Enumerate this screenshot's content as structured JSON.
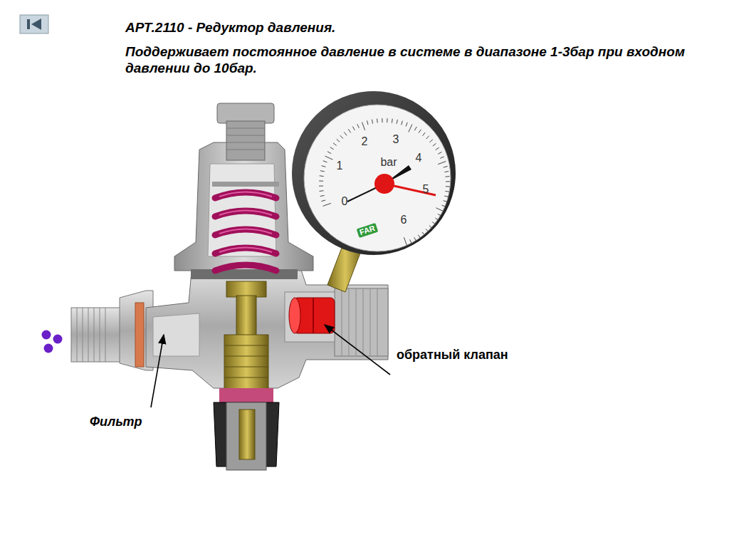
{
  "diagram": {
    "title": "АРТ.2110 - Редуктор давления.",
    "labels": [
      "Поддерживает постоянное давление в системе в диапазоне 1-3бар при входном давлении до 10бар.",
      "обратный клапан",
      "Фильтр",
      "0",
      "1",
      "2",
      "3",
      "4",
      "5",
      "6",
      "bar",
      "FAR"
    ]
  }
}
